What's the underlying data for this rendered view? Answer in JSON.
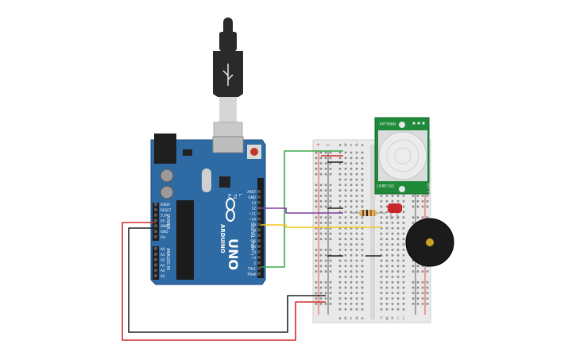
{
  "colors": {
    "board": "#2e6aa3",
    "board_dark": "#1f4f80",
    "breadboard": "#e9e9e9",
    "wire_green": "#3aa84a",
    "wire_purple": "#7b3fa0",
    "wire_yellow": "#f2c91f",
    "wire_red": "#d12c2c",
    "wire_black": "#222222",
    "pir_board": "#1f8a3a",
    "led": "#c8252c",
    "buzzer": "#1b1b1b",
    "usb": "#2a2a2a"
  },
  "arduino": {
    "brand": "ARDUINO",
    "model": "UNO",
    "power_label": "POWER",
    "analog_label": "ANALOG IN",
    "digital_label": "DIGITAL (PWM~)",
    "power_pins": [
      "IOREF",
      "RESET",
      "3.3V",
      "5V",
      "GND",
      "GND",
      "Vin"
    ],
    "analog_pins": [
      "A0",
      "A1",
      "A2",
      "A3",
      "A4",
      "A5"
    ],
    "digital_pins": [
      "AREF",
      "GND",
      "13",
      "12",
      "~11",
      "~10",
      "~9",
      "8",
      "7",
      "~6",
      "~5",
      "4",
      "~3",
      "2",
      "TX▸1",
      "RX◂0"
    ],
    "tx_label": "TX",
    "rx_label": "RX",
    "l_label": "L"
  },
  "breadboard": {
    "col_letters_left": [
      "a",
      "b",
      "c",
      "d",
      "e"
    ],
    "col_letters_right": [
      "f",
      "g",
      "h",
      "i",
      "j"
    ],
    "plus": "+",
    "minus": "−"
  },
  "pir": {
    "label_top": "PARALLAX",
    "label_bottom": "555-28027",
    "pins_label": "OUT + -"
  }
}
